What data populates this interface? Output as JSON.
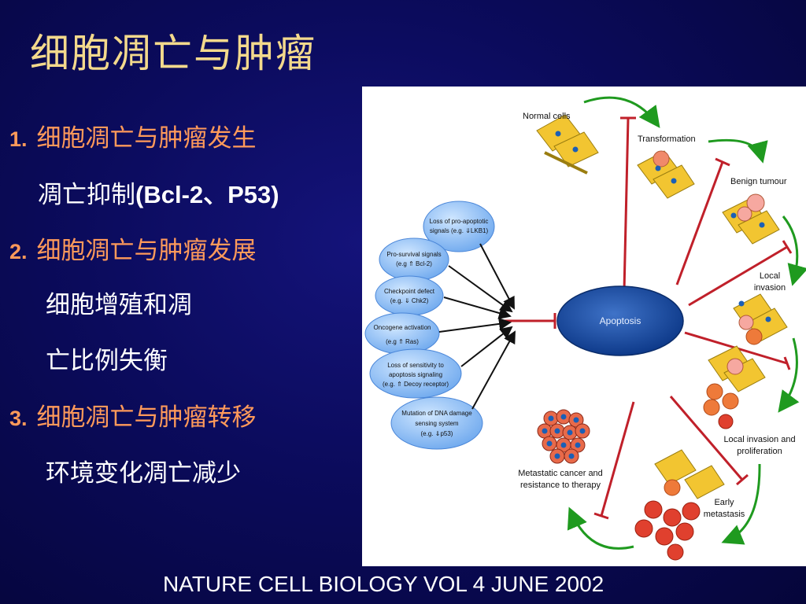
{
  "title": "细胞凋亡与肿瘤",
  "points": [
    {
      "num": "1.",
      "text": "细胞凋亡与肿瘤发生"
    },
    {
      "num": "2.",
      "text": "细胞凋亡与肿瘤发展"
    },
    {
      "num": "3.",
      "text": "细胞凋亡与肿瘤转移"
    }
  ],
  "sub1": {
    "prefix": "凋亡抑制",
    "suffix": "(Bcl-2、P53)"
  },
  "sub2": [
    "细胞增殖和凋",
    "亡比例失衡"
  ],
  "sub3": "环境变化凋亡减少",
  "figure": {
    "center": "Apoptosis",
    "stages": {
      "normal": "Normal cells",
      "transformation": "Transformation",
      "benign": "Benign tumour",
      "local_invasion": [
        "Local",
        "invasion"
      ],
      "local_invasion_prolif": [
        "Local invasion and",
        "proliferation"
      ],
      "early_metastasis": [
        "Early",
        "metastasis"
      ],
      "metastatic": [
        "Metastatic cancer and",
        "resistance to therapy"
      ]
    },
    "factors": [
      [
        "Loss of pro-apoptotic",
        "signals (e.g. ⇓LKB1)"
      ],
      [
        "Pro-survival signals",
        "(e.g ⇑ Bcl-2)"
      ],
      [
        "Checkpoint defect",
        "(e.g. ⇓ Chk2)"
      ],
      [
        "Oncogene activation",
        "(e.g ⇑ Ras)"
      ],
      [
        "Loss of sensitivity to",
        "apoptosis signaling",
        "(e.g. ⇑ Decoy receptor)"
      ],
      [
        "Mutation of DNA damage",
        "sensing system",
        "(e.g. ⇓p53)"
      ]
    ]
  },
  "footer": "NATURE CELL BIOLOGY VOL 4 JUNE 2002",
  "colors": {
    "title": "#f3d98c",
    "accent": "#ff9a5a",
    "inhibit": "#c0202a",
    "progress": "#1f9a1f"
  }
}
